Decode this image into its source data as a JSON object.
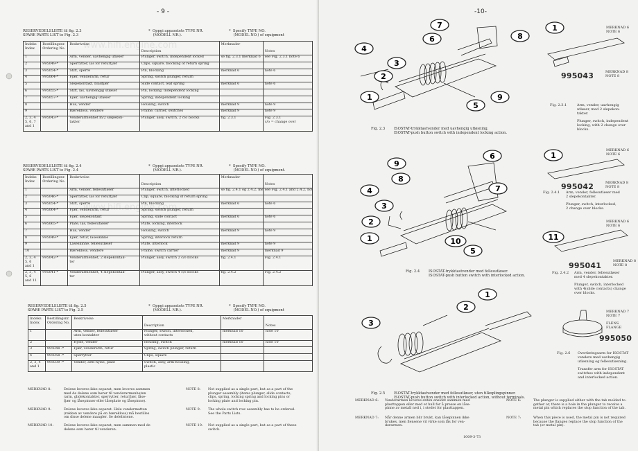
{
  "left_page": {
    "page_number": "- 9 -",
    "watermark": "www.hifi.engine.com",
    "column_headers": {
      "index": "Indeks\nIndex",
      "order": "Bestillingsnr.\nOrdering No.",
      "desc_no": "Beskrivelse",
      "desc_en": "Description",
      "remark": "Merknader",
      "notes": "Notes"
    },
    "tables": [
      {
        "title_no": "RESERVEDELSLISTE til fig. 2.3",
        "title_en": "SPARE PARTS LIST to Fig. 2.3",
        "note_type_no": "*  Oppgi apparatets TYPE NR.\n    (MODELL NR.).",
        "note_type_en": "*  Specify TYPE NO.\n    (MODEL NO.) of equipment",
        "rows": [
          [
            "1",
            "",
            "Arm, vender, uavhengig utløser",
            "Plunger, switch, independent locked",
            "se fig. 2.3.1 merknad 6",
            "see Fig. 2.3.1 note 6"
          ],
          [
            "2",
            "995049-*",
            "Sperrytter, lås for returfjær",
            "Clips, square, blocking of return spring",
            "",
            ""
          ],
          [
            "3",
            "995054-*",
            "Stift, sperre",
            "Pin, blocking",
            "merknad 6",
            "note 6"
          ],
          [
            "4",
            "995064-*",
            "Fjær, venderarm, retur",
            "Spring, switch plunger, return",
            "",
            ""
          ],
          [
            "5",
            "",
            "Slepekontakt, bladfjær",
            "Slide contact, leaf spring",
            "merknad 6",
            "note 6"
          ],
          [
            "6",
            "995055-*",
            "Stift, lås, uavhengig utløser",
            "Pin, locking, independent locking",
            "",
            ""
          ],
          [
            "7",
            "995057-*",
            "Fjær, uavhengig utløser",
            "Spring, independent locking",
            "",
            ""
          ],
          [
            "8",
            "",
            "Hus, vender",
            "Housing, switch",
            "merknad 9",
            "note 9"
          ],
          [
            "9",
            "",
            "Bærekloss, vendere",
            "Frame, carrier, switches",
            "merknad 9",
            "note 9"
          ],
          [
            "2, 3, 4\n5, 6, 7\nand 1",
            "995043-*",
            "Venderarmenhet m/2 slepekon-\ntakter",
            "Plunger, assy, switch, 2 c/o blocks",
            "fig. 2.3.1",
            "Fig. 2.3.1\nc/o = change over"
          ]
        ]
      },
      {
        "title_no": "RESERVEDELSLISTE til fig. 2.4",
        "title_en": "SPARE PARTS LIST to Fig. 2.4",
        "note_type_no": "*  Oppgi apparatets TYPE NR.\n    (MODELL NR.).",
        "note_type_en": "*  Specify TYPE NO.\n    (MODEL NO.) of equipment.",
        "rows": [
          [
            "1",
            "",
            "Arm, vender, fellesutløser",
            "Plunger, switch, interlocked",
            "se fig. 2.4.1 og 2.4.2, merknad 8",
            "see Fig. 2.4.1 and 2.4.2, note 8"
          ],
          [
            "2",
            "995046-*",
            "Sperrytter, lås for returfjær",
            "Clip, square, blocking of return spring",
            "",
            ""
          ],
          [
            "3",
            "995054-*",
            "Stift, sperre",
            "Pin, blocking",
            "merknad 6",
            "note 6"
          ],
          [
            "4",
            "995064-*",
            "Fjær, venderarm, retur",
            "Spring, switch plunger, return",
            "",
            ""
          ],
          [
            "5",
            "",
            "Fjær, slepekontakt",
            "Spring, slide contact",
            "merknad 6",
            "note 6"
          ],
          [
            "6",
            "995065-*",
            "Plate, lås, fellesutløser",
            "Plate, locking, interlock",
            "",
            ""
          ],
          [
            "7",
            "",
            "Hus, vender",
            "Housing, switch",
            "merknad 9",
            "note 9"
          ],
          [
            "8",
            "995049-*",
            "Fjær, retur, låseskinne",
            "Spring, interlock return",
            "",
            ""
          ],
          [
            "9",
            "",
            "Låseskinne, fellesutløser",
            "Plate, interlock",
            "merknad 9",
            "note 9"
          ],
          [
            "10",
            "",
            "Bærekloss, vendere",
            "Frame, switch carrier",
            "merknad 9",
            "merknad 9"
          ],
          [
            "2, 3, 4\n5, 6\nand 1",
            "995042-*",
            "Venderarmenhet, 2 slepekontak-\nter",
            "Plunger, assy, switch 2 c/o blocks",
            "fig. 2.4.1",
            "Fig. 2.4.1"
          ],
          [
            "2, 3, 4\n5, 6\nand 11",
            "995041-*",
            "Venderarmenhet, 4 slepekontak-\nter",
            "Plunger, assy, switch 4 c/o blocks",
            "fig. 2.4.2",
            "Fig. 2.4.2"
          ]
        ]
      },
      {
        "title_no": "RESERVEDELSLISTE til fig. 2.5",
        "title_en": "SPARE PARTS LIST to Fig. 2.5",
        "note_type_no": "*  Oppgi apparatets TYPE NR.\n    (MODELL NR.).",
        "note_type_en": "*  Specify TYPE NO.\n    (MODEL NO.) of equipment",
        "rows": [
          [
            "1",
            "",
            "Arm, vender, fellesutløser\nuten kontakter",
            "Plunger, switch, interlocked,\nwithout contacts",
            "merknad 10",
            "note 10"
          ],
          [
            "2",
            "",
            "Hylse, vender",
            "Housing, switch",
            "merknad 10",
            "note 10"
          ],
          [
            "3",
            "995048 -*",
            "Fjær, venderarm, retur",
            "Spring, switch plunger, return",
            "",
            ""
          ],
          [
            "4",
            "995058 -*",
            "Sperrytter",
            "Clips, square",
            "",
            ""
          ],
          [
            "2, 3, 4\nand 1",
            "995039 -*",
            "Vender, arm-hylse, plast",
            "Switch, assy, arm-housing,\nplastic",
            "",
            ""
          ]
        ]
      }
    ],
    "remarks": [
      {
        "label": "MERKNAD 8:",
        "text": "Delene leveres ikke separat, men leveres sammen\nmed de delene som hører til venderarmenheten\n(arm, glidekontakter, sperrytter, returfjær, låse-\nfjær og låsepinner eller låseplate og låsepinne).",
        "en_label": "NOTE 8:",
        "en_text": "Not supplied as a single part, but as a part of the\nplunger assembly (items plunger, slide contacts,\nclips, spring, locking spring and locking pins or\nlocking plate and locking pin."
      },
      {
        "label": "MERKNAD 9:",
        "text": "Delene leveres ikke separat. Hele vendermatten\n(rekken av vendere på en bærekloss) må bestilles\nom disse delene mangler. Se delelistene.",
        "en_label": "NOTE 9:",
        "en_text": "The whole switch row assembly has to be ordered.\nSee the Parts Lists."
      },
      {
        "label": "MERKNAD 10:",
        "text": "Delene leveres ikke separat, men sammen med de\ndelene som hører til venderen.",
        "en_label": "NOTE 10:",
        "en_text": "Not supplied as a single part, but as a part of these\nswitch."
      }
    ]
  },
  "right_page": {
    "page_number": "-10-",
    "figures": [
      {
        "caption_label": "Fig. 2.3",
        "caption": "ISOSTAT-trykktastvender med uavhengig utløsning.\nISOSTAT-push button switch with independent locking action."
      },
      {
        "caption_label": "Fig. 2.4",
        "caption": "ISOSTAT-trykktastvender med fellesutløser.\nISOSTAT-push button switch with interlocked action."
      },
      {
        "caption_label": "Fig. 2.5",
        "caption": "ISOSTAT-trykktastvender med fellesutløser, uten tilkoplingspinner.\nISOSTAT-push button switch with interlocked action, without terminals."
      }
    ],
    "side_figures": [
      {
        "note": "MERKNAD 6\nNOTE 6",
        "part_no": "995043",
        "part_note": "MERKNAD 8\nNOTE 8",
        "caption_label": "Fig. 2.3.1",
        "caption": "Arm, vender, uavhengig\nutløser, med 2 slepekon-\ntakter.\n\nPlunger, switch, independent\nlocking, with 2 change over\nblocks."
      },
      {
        "note": "MERKNAD 6\nNOTE 6",
        "part_no": "995042",
        "part_note": "MERKNAD 8\nNOTE 8",
        "caption_label": "Fig. 2.4.1",
        "caption": "Arm, vender, fellesutløser med\n2 slepekontakter.\n\nPlunger, switch, interlocked,\n2 change over blocks."
      },
      {
        "note": "MERKNAD 6\nNOTE 6",
        "part_no": "995041",
        "part_note": "MERKNAD 8\nNOTE 8",
        "caption_label": "Fig. 2.4.2",
        "caption": "Arm, vender, fellesutløser\nmed 4 slepekontakter.\n\nPlunger, switch, interlocked\nwith 4(slide contacts) change\nover blocks."
      },
      {
        "note": "MERKNAD 7\nNOTE 7",
        "part_no": "995050",
        "part_note": "FLENS\nFLANGE",
        "caption_label": "Fig. 2.6",
        "caption": "Overføringsarm for ISOSTAT\nvendere med uavhengig\nutløsning og fellesutløsning.\n\nTransfer arm for ISOSTAT\nswitches with independent\nand interlocked action."
      }
    ],
    "remarks": [
      {
        "label": "MERKNAD 6:",
        "text": "Venderarmen leveres enten ensidet sammen med\nplasttappen eller med et hull for å presse en låse-\npinne av metall ned i, i stedet for plasttappen.",
        "en_label": "NOTE 6:",
        "en_text": "The plunger is supplied either with the tab molded to-\ngether or, there is a hole in the plunger to receive a\nmetal pin which replaces the stop function of the tab."
      },
      {
        "label": "MERKNAD 7:",
        "text": "Når denne armen blir brukt, kan låsepinnen ikke\nbrukes, men flensene vil virke som lås for ven-\nderarmen.",
        "en_label": "NOTE 7:",
        "en_text": "When this piece is used, the metal pin is not required\nbecause the flanges replace the stop function of the\ntab (or metal pin)."
      }
    ],
    "footer_code": "1009-3-73"
  }
}
